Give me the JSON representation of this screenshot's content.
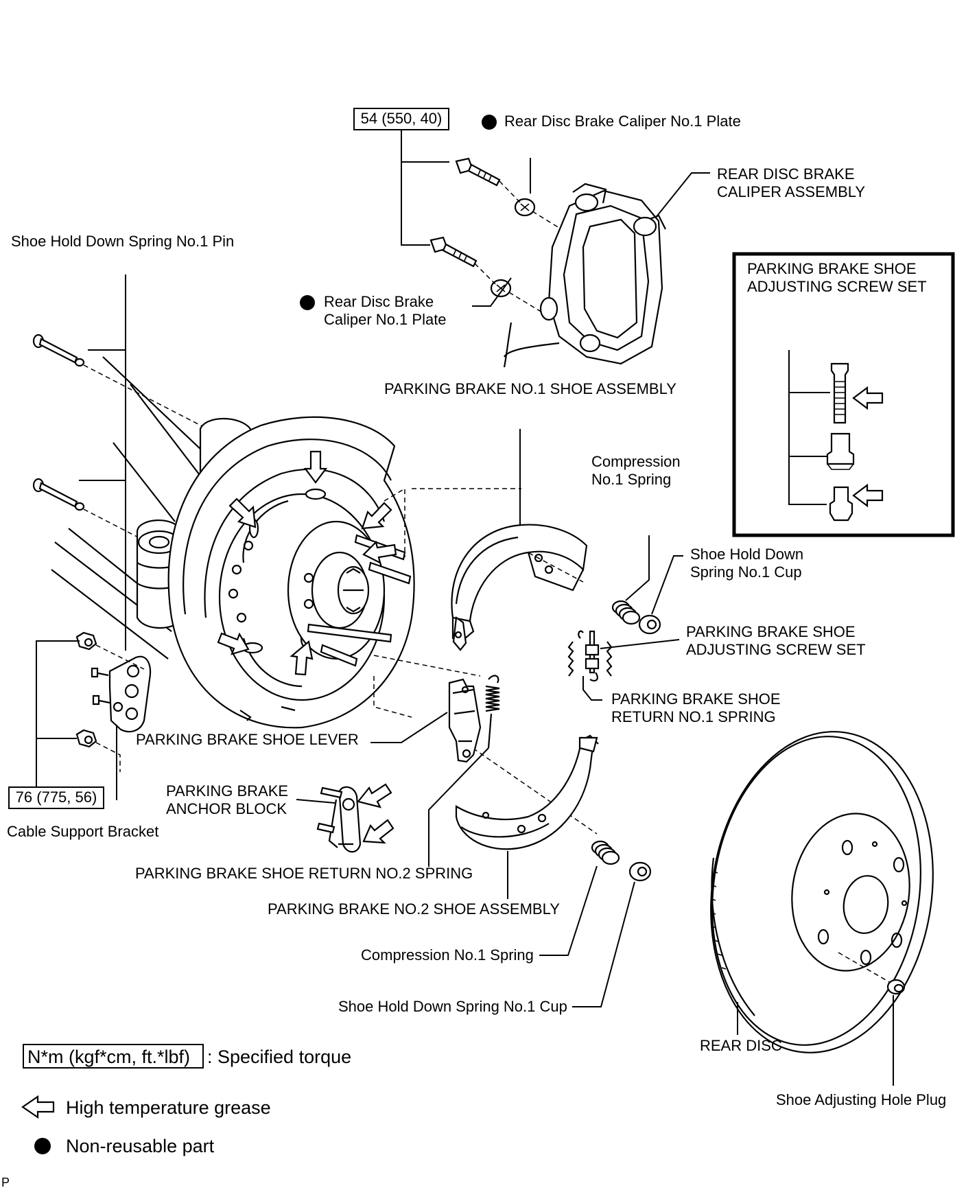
{
  "labels": {
    "torque_top": "54 (550, 40)",
    "caliper_plate_top": "Rear Disc Brake Caliper No.1 Plate",
    "caliper_assembly_1": "REAR DISC BRAKE",
    "caliper_assembly_2": "CALIPER ASSEMBLY",
    "hold_down_pin": "Shoe Hold Down Spring No.1 Pin",
    "caliper_plate_mid_1": "Rear Disc Brake",
    "caliper_plate_mid_2": "Caliper No.1 Plate",
    "inset_title_1": "PARKING BRAKE SHOE",
    "inset_title_2": "ADJUSTING SCREW SET",
    "shoe_no1": "PARKING BRAKE NO.1 SHOE ASSEMBLY",
    "compression_upper_1": "Compression",
    "compression_upper_2": "No.1 Spring",
    "cup_upper_1": "Shoe Hold Down",
    "cup_upper_2": "Spring No.1 Cup",
    "adjusting_set_1": "PARKING BRAKE SHOE",
    "adjusting_set_2": "ADJUSTING SCREW SET",
    "return_no1_1": "PARKING BRAKE SHOE",
    "return_no1_2": "RETURN NO.1 SPRING",
    "shoe_lever": "PARKING BRAKE SHOE LEVER",
    "anchor_block_1": "PARKING BRAKE",
    "anchor_block_2": "ANCHOR BLOCK",
    "torque_bottom": "76 (775, 56)",
    "cable_bracket": "Cable Support Bracket",
    "return_no2": "PARKING BRAKE SHOE RETURN NO.2 SPRING",
    "shoe_no2": "PARKING BRAKE NO.2 SHOE ASSEMBLY",
    "compression_lower": "Compression No.1 Spring",
    "cup_lower": "Shoe Hold Down Spring No.1 Cup",
    "rear_disc": "REAR DISC",
    "hole_plug": "Shoe Adjusting Hole Plug",
    "page_marker": "P"
  },
  "legend": {
    "torque_box": "N*m (kgf*cm, ft.*lbf)",
    "torque_text": ": Specified torque",
    "grease_text": "High temperature grease",
    "nonreusable_text": "Non-reusable part"
  }
}
